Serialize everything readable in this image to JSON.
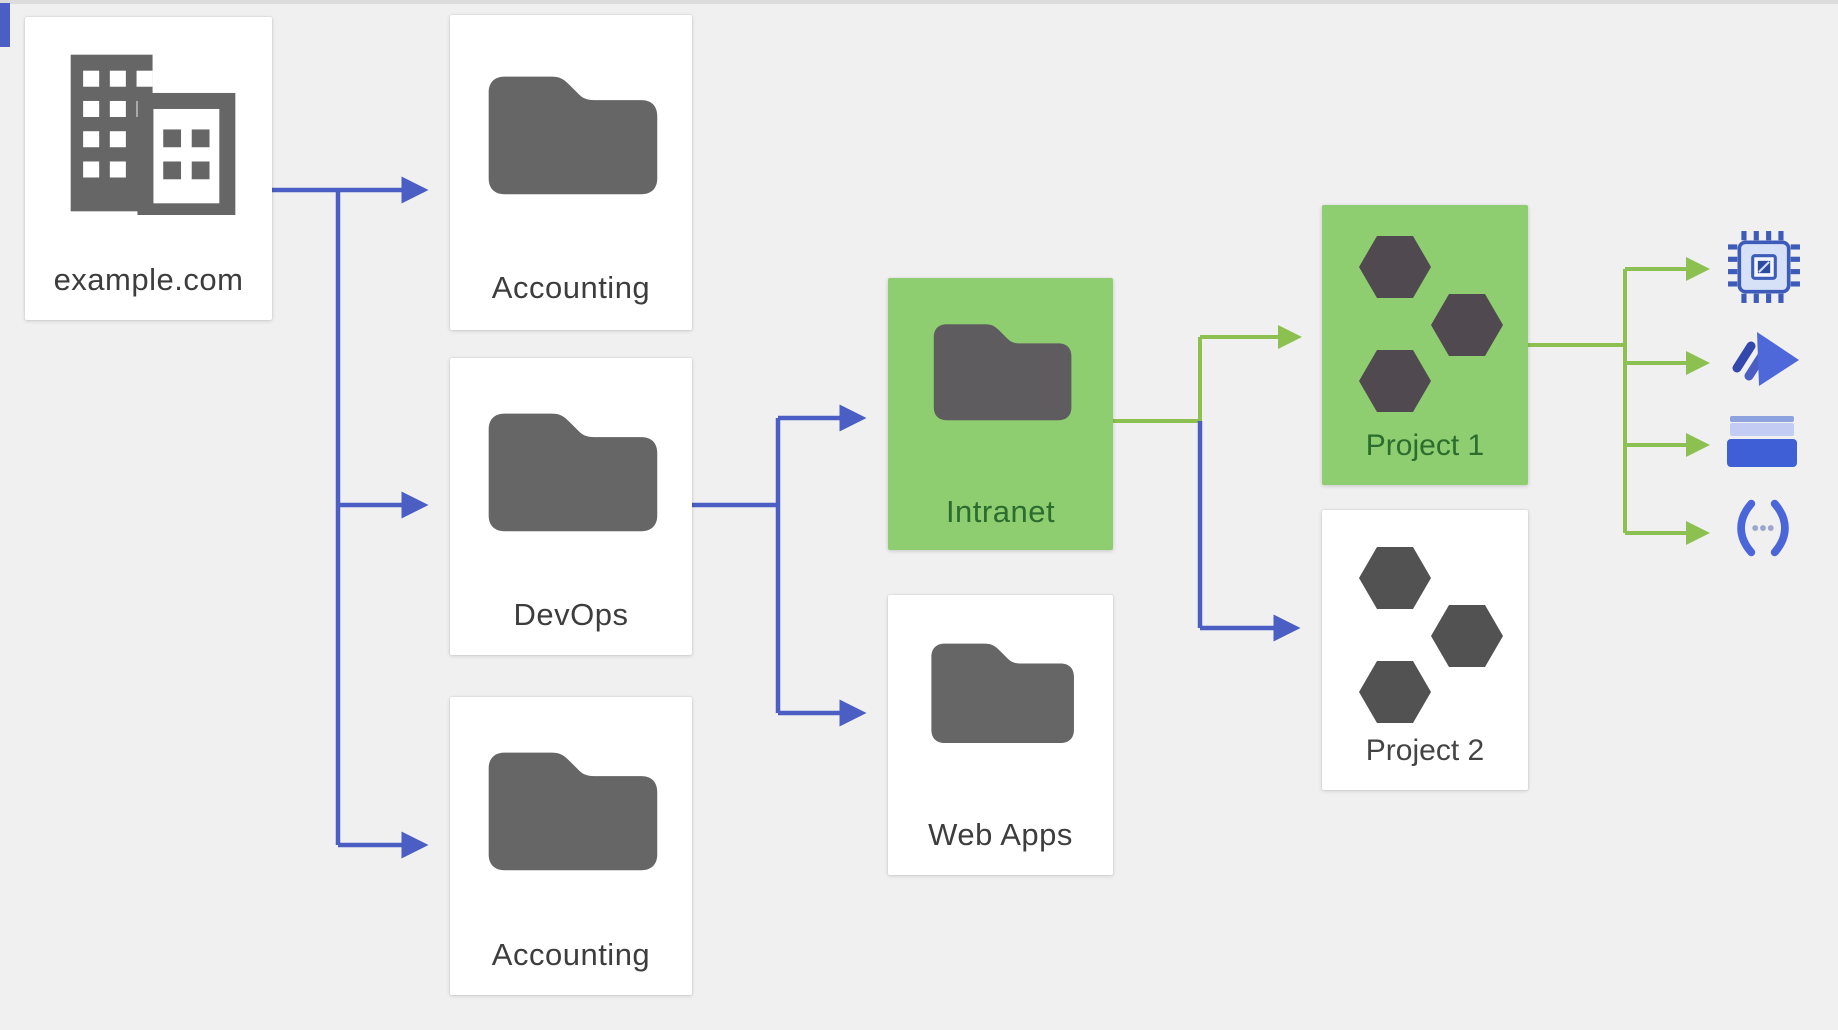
{
  "nodes": {
    "example": {
      "label": "example.com",
      "type": "company",
      "highlighted": false
    },
    "accounting_top": {
      "label": "Accounting",
      "type": "folder",
      "highlighted": false
    },
    "devops": {
      "label": "DevOps",
      "type": "folder",
      "highlighted": false
    },
    "accounting_bottom": {
      "label": "Accounting",
      "type": "folder",
      "highlighted": false
    },
    "intranet": {
      "label": "Intranet",
      "type": "folder",
      "highlighted": true
    },
    "webapps": {
      "label": "Web Apps",
      "type": "folder",
      "highlighted": false
    },
    "project1": {
      "label": "Project 1",
      "type": "project-hexagons",
      "highlighted": true
    },
    "project2": {
      "label": "Project 2",
      "type": "project-hexagons",
      "highlighted": false
    }
  },
  "right_icons": [
    {
      "name": "chip-icon"
    },
    {
      "name": "launch-arrow-icon"
    },
    {
      "name": "storage-box-icon"
    },
    {
      "name": "code-parentheses-icon"
    }
  ],
  "connections": [
    {
      "from": "example.com",
      "to": "Accounting (top)",
      "color": "blue"
    },
    {
      "from": "example.com",
      "to": "DevOps",
      "color": "blue"
    },
    {
      "from": "example.com",
      "to": "Accounting (bottom)",
      "color": "blue"
    },
    {
      "from": "DevOps",
      "to": "Intranet",
      "color": "blue"
    },
    {
      "from": "DevOps",
      "to": "Web Apps",
      "color": "blue"
    },
    {
      "from": "Intranet",
      "to": "Project 1",
      "color": "green"
    },
    {
      "from": "Intranet",
      "to": "Project 2",
      "color": "blue"
    },
    {
      "from": "Project 1",
      "to": "chip-icon",
      "color": "green"
    },
    {
      "from": "Project 1",
      "to": "launch-arrow-icon",
      "color": "green"
    },
    {
      "from": "Project 1",
      "to": "storage-box-icon",
      "color": "green"
    },
    {
      "from": "Project 1",
      "to": "code-parentheses-icon",
      "color": "green"
    }
  ],
  "colors": {
    "background": "#f1f0f1",
    "connector_blue": "#4a5ec4",
    "connector_green": "#8cc152",
    "node_highlight_green": "#8fcd71",
    "folder_gray": "#666666",
    "hexagon_gray": "#525252",
    "label_dark": "#3d3d3d",
    "label_green": "#2a6d2d",
    "icon_blue": "#4a66d8"
  }
}
